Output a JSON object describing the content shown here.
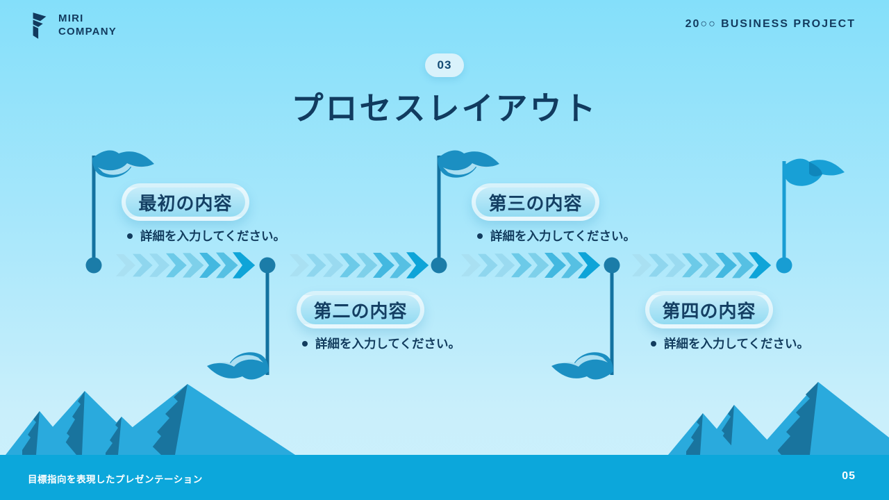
{
  "brand": {
    "name_line1": "MIRI",
    "name_line2": "COMPANY"
  },
  "header": {
    "project_label": "20○○ BUSINESS PROJECT"
  },
  "slide": {
    "number_badge": "03",
    "title": "プロセスレイアウト"
  },
  "milestones": [
    {
      "title": "最初の内容",
      "detail": "詳細を入力してください。",
      "position": "above-line"
    },
    {
      "title": "第二の内容",
      "detail": "詳細を入力してください。",
      "position": "below-line"
    },
    {
      "title": "第三の内容",
      "detail": "詳細を入力してください。",
      "position": "above-line"
    },
    {
      "title": "第四の内容",
      "detail": "詳細を入力してください。",
      "position": "below-line"
    }
  ],
  "footer": {
    "caption": "目標指向を表現したプレゼンテーション",
    "page_number": "05"
  },
  "icons": {
    "logo_mark": "miri-logo-mark",
    "flag": "flag-icon",
    "milestone_dot": "milestone-dot",
    "chevron": "chevron-arrow",
    "mountains": "mountain-decoration"
  },
  "palette": {
    "background_top": "#84dffa",
    "background_bottom": "#c9effb",
    "ink_navy": "#123c5e",
    "footer_cyan": "#0ca7db",
    "flag_teal": "#1b8fc2",
    "flag_bright": "#18a0d6",
    "pole_teal": "#1372a0",
    "dot_teal": "#1b7ca8",
    "mountain_light": "#2aaadd",
    "mountain_shadow": "#19749e",
    "pill_fill_top": "#c6edfa",
    "pill_fill_bottom": "#93dbf2",
    "chevron_colors": [
      "#a9e0f2",
      "#8fd6ee",
      "#9adaf0",
      "#6ccae8",
      "#7ed0ea",
      "#43b8e0",
      "#56c0e3",
      "#0ea4d8"
    ]
  }
}
